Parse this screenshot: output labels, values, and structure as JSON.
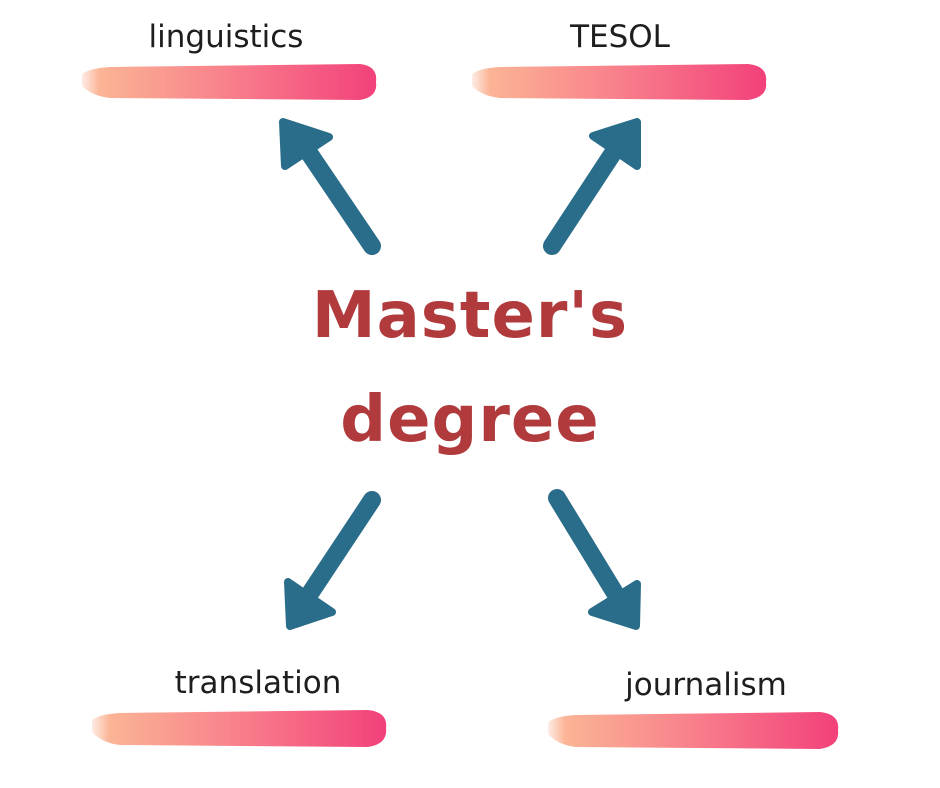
{
  "diagram": {
    "center": {
      "line1": "Master's",
      "line2": "degree"
    },
    "nodes": [
      {
        "id": "top-left",
        "label": "linguistics"
      },
      {
        "id": "top-right",
        "label": "TESOL"
      },
      {
        "id": "bottom-left",
        "label": "translation"
      },
      {
        "id": "bottom-right",
        "label": "journalism"
      }
    ]
  },
  "colors": {
    "title": "#b03a3c",
    "arrow": "#2a6d8a",
    "underline_start": "#fbb495",
    "underline_end": "#f2417a",
    "label": "#1e1e1e"
  }
}
